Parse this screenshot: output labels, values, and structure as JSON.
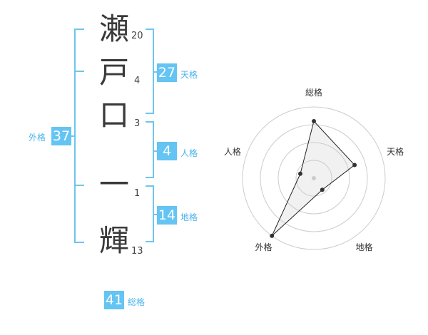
{
  "name": {
    "characters": [
      {
        "char": "瀬",
        "strokes": "20"
      },
      {
        "char": "戸",
        "strokes": "4"
      },
      {
        "char": "口",
        "strokes": "3"
      },
      {
        "char": "一",
        "strokes": "1"
      },
      {
        "char": "輝",
        "strokes": "13"
      }
    ]
  },
  "fortunes": {
    "tenkaku": {
      "label": "天格",
      "value": "27"
    },
    "jinkaku": {
      "label": "人格",
      "value": "4"
    },
    "chikaku": {
      "label": "地格",
      "value": "14"
    },
    "gaikaku": {
      "label": "外格",
      "value": "37"
    },
    "soukaku": {
      "label": "総格",
      "value": "41"
    }
  },
  "chart_data": {
    "type": "radar",
    "axes": [
      "総格",
      "天格",
      "地格",
      "外格",
      "人格"
    ],
    "values": [
      4,
      3,
      1,
      5,
      1
    ],
    "max": 5,
    "rings": 4
  },
  "colors": {
    "accent": "#64c4f4",
    "bracket": "#6fc5f0"
  }
}
